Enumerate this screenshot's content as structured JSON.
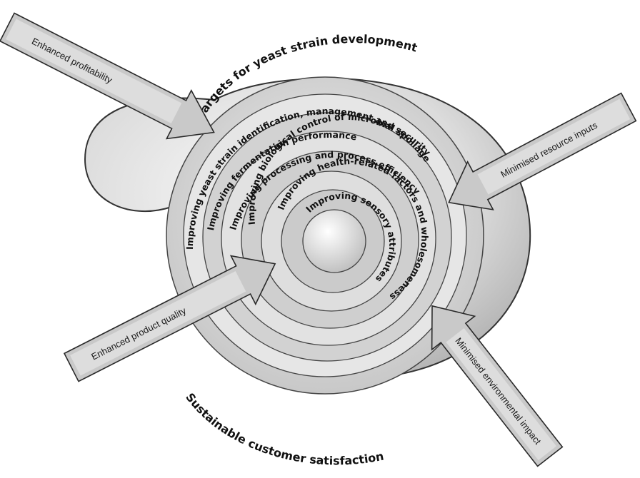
{
  "diagram": {
    "outer_top_label": "Targets for yeast strain development",
    "outer_bottom_label": "Sustainable customer satisfaction",
    "rings": [
      "Improving yeast strain identification, management and security",
      "Improving fermentation performance",
      "Improving processing and process efficiency",
      "Improving biological control of microbial spoilage",
      "Improving health-related factors and wholesomeness",
      "Improving sensory attributes"
    ],
    "arrows": {
      "top_left": "Enhanced profitability",
      "right": "Minimised resource inputs",
      "left": "Enhanced product quality",
      "bottom_right": "Minimised environmental impact"
    }
  }
}
